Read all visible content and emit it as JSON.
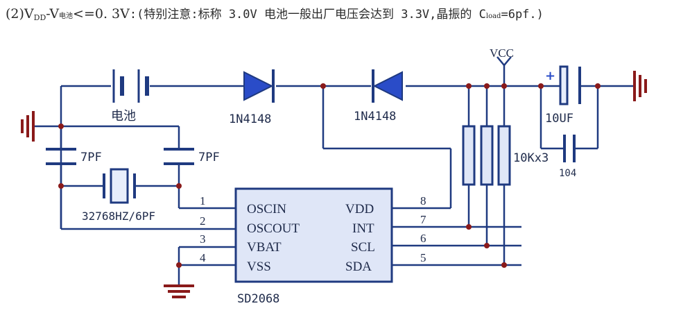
{
  "header": {
    "prefix": "(2)V",
    "vdd_sub": "DD",
    "dash_v": "-V",
    "batt_sub": "电池",
    "cond": "<=0. 3V",
    "note": ":(特别注意:标称 3.0V 电池一般出厂电压会达到 3.3V,晶振的 C",
    "load_sub": "load",
    "tail": "=6pf.)"
  },
  "labels": {
    "battery": "电池",
    "diode1": "1N4148",
    "diode2": "1N4148",
    "vcc": "VCC",
    "cap_10uf": "10UF",
    "cap_104": "104",
    "res": "10Kx3",
    "c1": "7PF",
    "c2": "7PF",
    "crystal": "32768HZ/6PF",
    "chip": "SD2068",
    "plus": "+"
  },
  "chip_pins": {
    "left": [
      {
        "num": "1",
        "name": "OSCIN"
      },
      {
        "num": "2",
        "name": "OSCOUT"
      },
      {
        "num": "3",
        "name": "VBAT"
      },
      {
        "num": "4",
        "name": "VSS"
      }
    ],
    "right": [
      {
        "num": "8",
        "name": "VDD"
      },
      {
        "num": "7",
        "name": "INT"
      },
      {
        "num": "6",
        "name": "SCL"
      },
      {
        "num": "5",
        "name": "SDA"
      }
    ]
  },
  "colors": {
    "wire": "#1f3a80",
    "node": "#8a1a1a",
    "chip_fill": "#dfe6f7",
    "diode": "#2a4cc8"
  }
}
